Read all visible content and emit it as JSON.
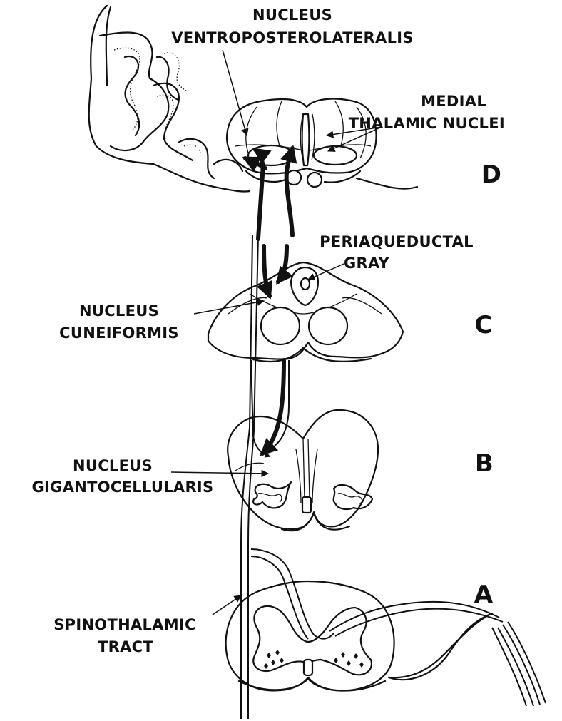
{
  "labels": {
    "vpl": {
      "line1": "NUCLEUS",
      "line2": "VENTROPOSTEROLATERALIS"
    },
    "medial": {
      "line1": "MEDIAL",
      "line2": "THALAMIC NUCLEI"
    },
    "pag": {
      "line1": "PERIAQUEDUCTAL",
      "line2": "GRAY"
    },
    "cuneiformis": {
      "line1": "NUCLEUS",
      "line2": "CUNEIFORMIS"
    },
    "giganto": {
      "line1": "NUCLEUS",
      "line2": "GIGANTOCELLULARIS"
    },
    "spino": {
      "line1": "SPINOTHALAMIC",
      "line2": "TRACT"
    }
  },
  "section_letters": {
    "a": "A",
    "b": "B",
    "c": "C",
    "d": "D"
  }
}
